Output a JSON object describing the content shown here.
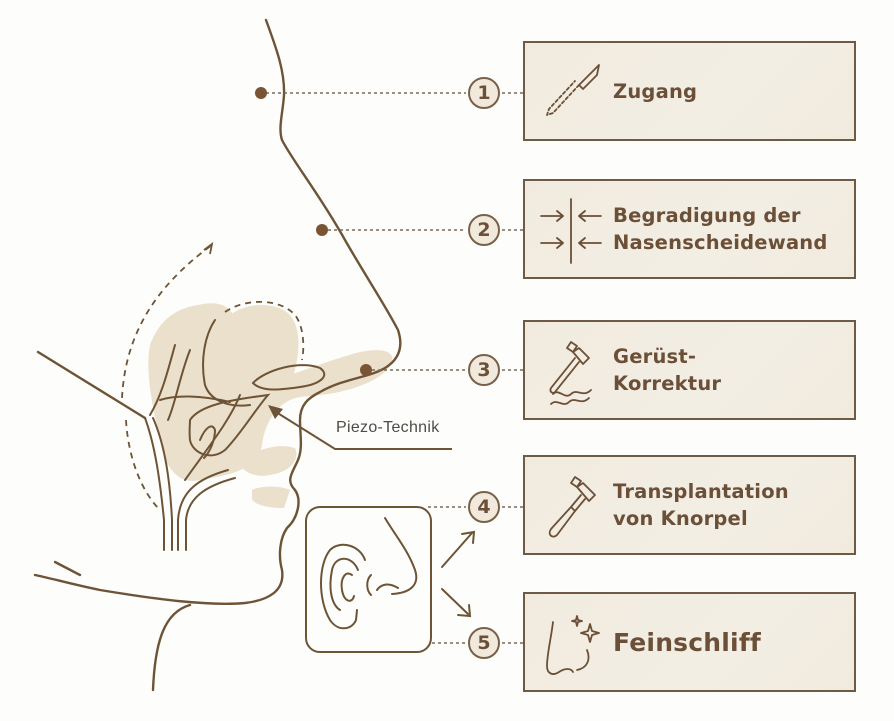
{
  "diagram": {
    "language": "de",
    "colors": {
      "line": "#6e5436",
      "fill": "#ebe0cc",
      "box_bg": "#f2ece1",
      "box_border": "#6e5a45",
      "text": "#6b4f37",
      "dot": "#7a5535"
    },
    "annotation": {
      "piezo_label": "Piezo-Technik"
    },
    "steps": [
      {
        "number": "1",
        "label_lines": [
          "Zugang"
        ],
        "icon": "scalpel-icon"
      },
      {
        "number": "2",
        "label_lines": [
          "Begradigung der",
          "Nasenscheidewand"
        ],
        "icon": "straighten-arrows-icon"
      },
      {
        "number": "3",
        "label_lines": [
          "Gerüst-",
          "Korrektur"
        ],
        "icon": "hammer-waves-icon"
      },
      {
        "number": "4",
        "label_lines": [
          "Transplantation",
          "von Knorpel"
        ],
        "icon": "hammer-icon"
      },
      {
        "number": "5",
        "label_lines": [
          "Feinschliff"
        ],
        "icon": "nose-sparkle-icon"
      }
    ],
    "inset": {
      "icon": "ear-nose-icon"
    }
  }
}
